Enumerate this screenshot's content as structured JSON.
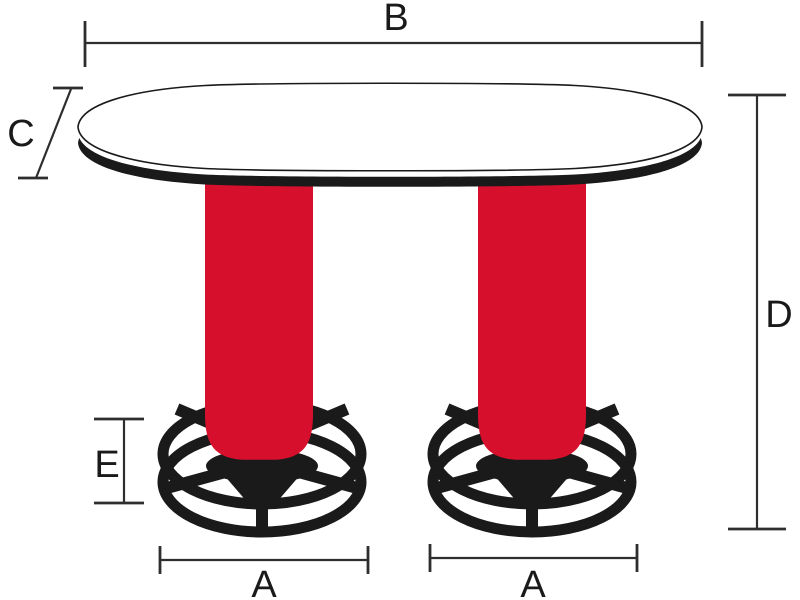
{
  "diagram": {
    "labels": {
      "width_top": "B",
      "top_thickness": "C",
      "height": "D",
      "base_height": "E",
      "base_width_left": "A",
      "base_width_right": "A"
    },
    "colors": {
      "background": "#FFFFFF",
      "ink": "#1A1A1A",
      "pedestal_red": "#D6102C",
      "dimension_line": "#2E2E2E"
    }
  }
}
